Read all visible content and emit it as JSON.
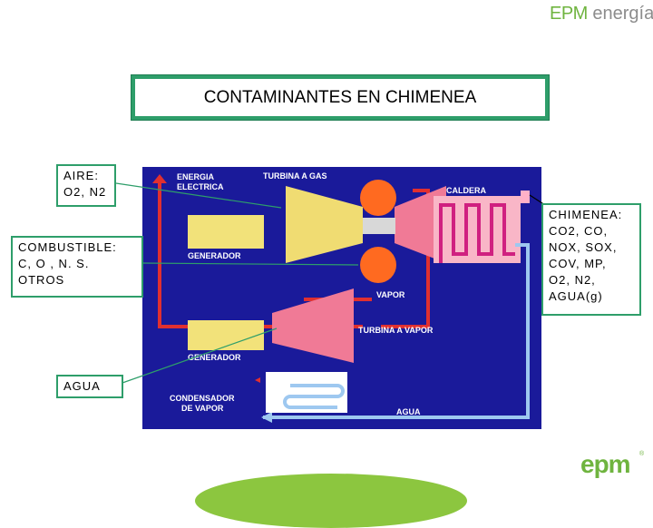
{
  "brand": {
    "part1": "EPM",
    "part2": " energía"
  },
  "title": "CONTAMINANTES EN CHIMENEA",
  "labels": {
    "aire": [
      "AIRE:",
      "O2, N2"
    ],
    "combustible": [
      "COMBUSTIBLE:",
      "C, O , N. S.",
      "OTROS"
    ],
    "agua": [
      "AGUA"
    ],
    "chimenea": [
      "CHIMENEA:",
      "CO2, CO,",
      "NOX, SOX,",
      "COV, MP,",
      "O2, N2,",
      "AGUA(g)"
    ]
  },
  "plant": {
    "energia": [
      "ENERGIA",
      "ELECTRICA"
    ],
    "turbina_gas": "TURBINA A GAS",
    "caldera": "CALDERA",
    "generador_1": "GENERADOR",
    "generador_2": "GENERADOR",
    "vapor": "VAPOR",
    "turbina_vapor": "TURBINA A VAPOR",
    "condensador": [
      "CONDENSADOR",
      "DE VAPOR"
    ],
    "agua": "AGUA"
  },
  "logo": {
    "text": "epm",
    "mark": "®"
  },
  "colors": {
    "accent": "#2e9e6a",
    "plant_bg": "#1a1a9a",
    "brand": "#6fb43f",
    "pipe": "#e03030",
    "water": "#9ec8f0"
  }
}
